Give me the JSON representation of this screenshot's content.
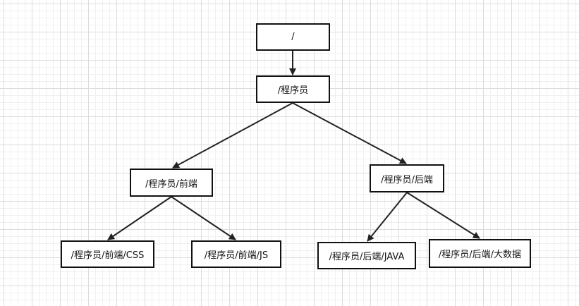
{
  "nodes": {
    "root": "/",
    "programmer": "/程序员",
    "frontend": "/程序员/前端",
    "backend": "/程序员/后端",
    "css": "/程序员/前端/CSS",
    "js": "/程序员/前端/JS",
    "java": "/程序员/后端/JAVA",
    "bigdata": "/程序员/后端/大数据"
  },
  "colors": {
    "stroke": "#222222",
    "grid_major": "#dcdcdc",
    "grid_minor": "#f0f0f0"
  }
}
